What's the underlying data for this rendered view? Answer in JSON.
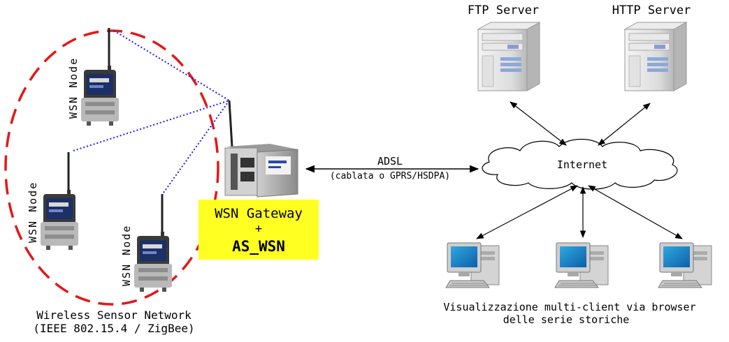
{
  "servers": {
    "ftp": {
      "label": "FTP Server"
    },
    "http": {
      "label": "HTTP Server"
    }
  },
  "network": {
    "node_label": "WSN Node",
    "caption_line1": "Wireless Sensor Network",
    "caption_line2": "(IEEE 802.15.4 / ZigBee)",
    "boundary_color": "#e31818",
    "link_color": "#1a1aff"
  },
  "gateway": {
    "line1": "WSN Gateway",
    "line2": "+",
    "line3": "AS_WSN",
    "box_color": "#ffff22"
  },
  "link": {
    "label": "ADSL",
    "sublabel": "(cablata o GPRS/HSDPA)"
  },
  "internet": {
    "label": "Internet"
  },
  "clients": {
    "caption_line1": "Visualizzazione multi-client via browser",
    "caption_line2": "delle serie storiche"
  }
}
